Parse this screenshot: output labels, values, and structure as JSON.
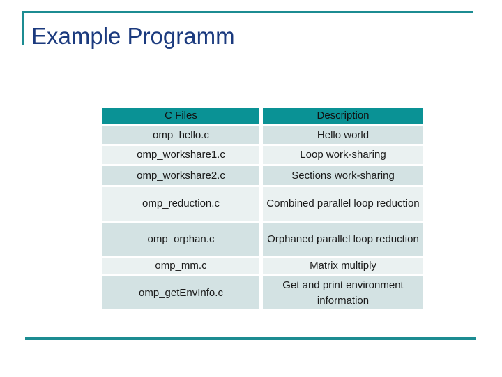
{
  "slide": {
    "title": "Example Programm"
  },
  "table": {
    "headers": {
      "files": "C Files",
      "description": "Description"
    },
    "rows": [
      {
        "file": "omp_hello.c",
        "description": "Hello world"
      },
      {
        "file": "omp_workshare1.c",
        "description": "Loop work-sharing"
      },
      {
        "file": "omp_workshare2.c",
        "description": "Sections work-sharing"
      },
      {
        "file": "omp_reduction.c",
        "description": "Combined parallel loop reduction"
      },
      {
        "file": "omp_orphan.c",
        "description": "Orphaned parallel loop reduction"
      },
      {
        "file": "omp_mm.c",
        "description": "Matrix multiply"
      },
      {
        "file": "omp_getEnvInfo.c",
        "description": "Get and print environment information"
      }
    ]
  },
  "colors": {
    "title": "#1B3A7E",
    "accent_teal": "#1C8C92",
    "header_bg": "#0A9295",
    "row_dark": "#D3E2E3",
    "row_light": "#EAF1F1",
    "cell_text": "#1A1A1A"
  }
}
